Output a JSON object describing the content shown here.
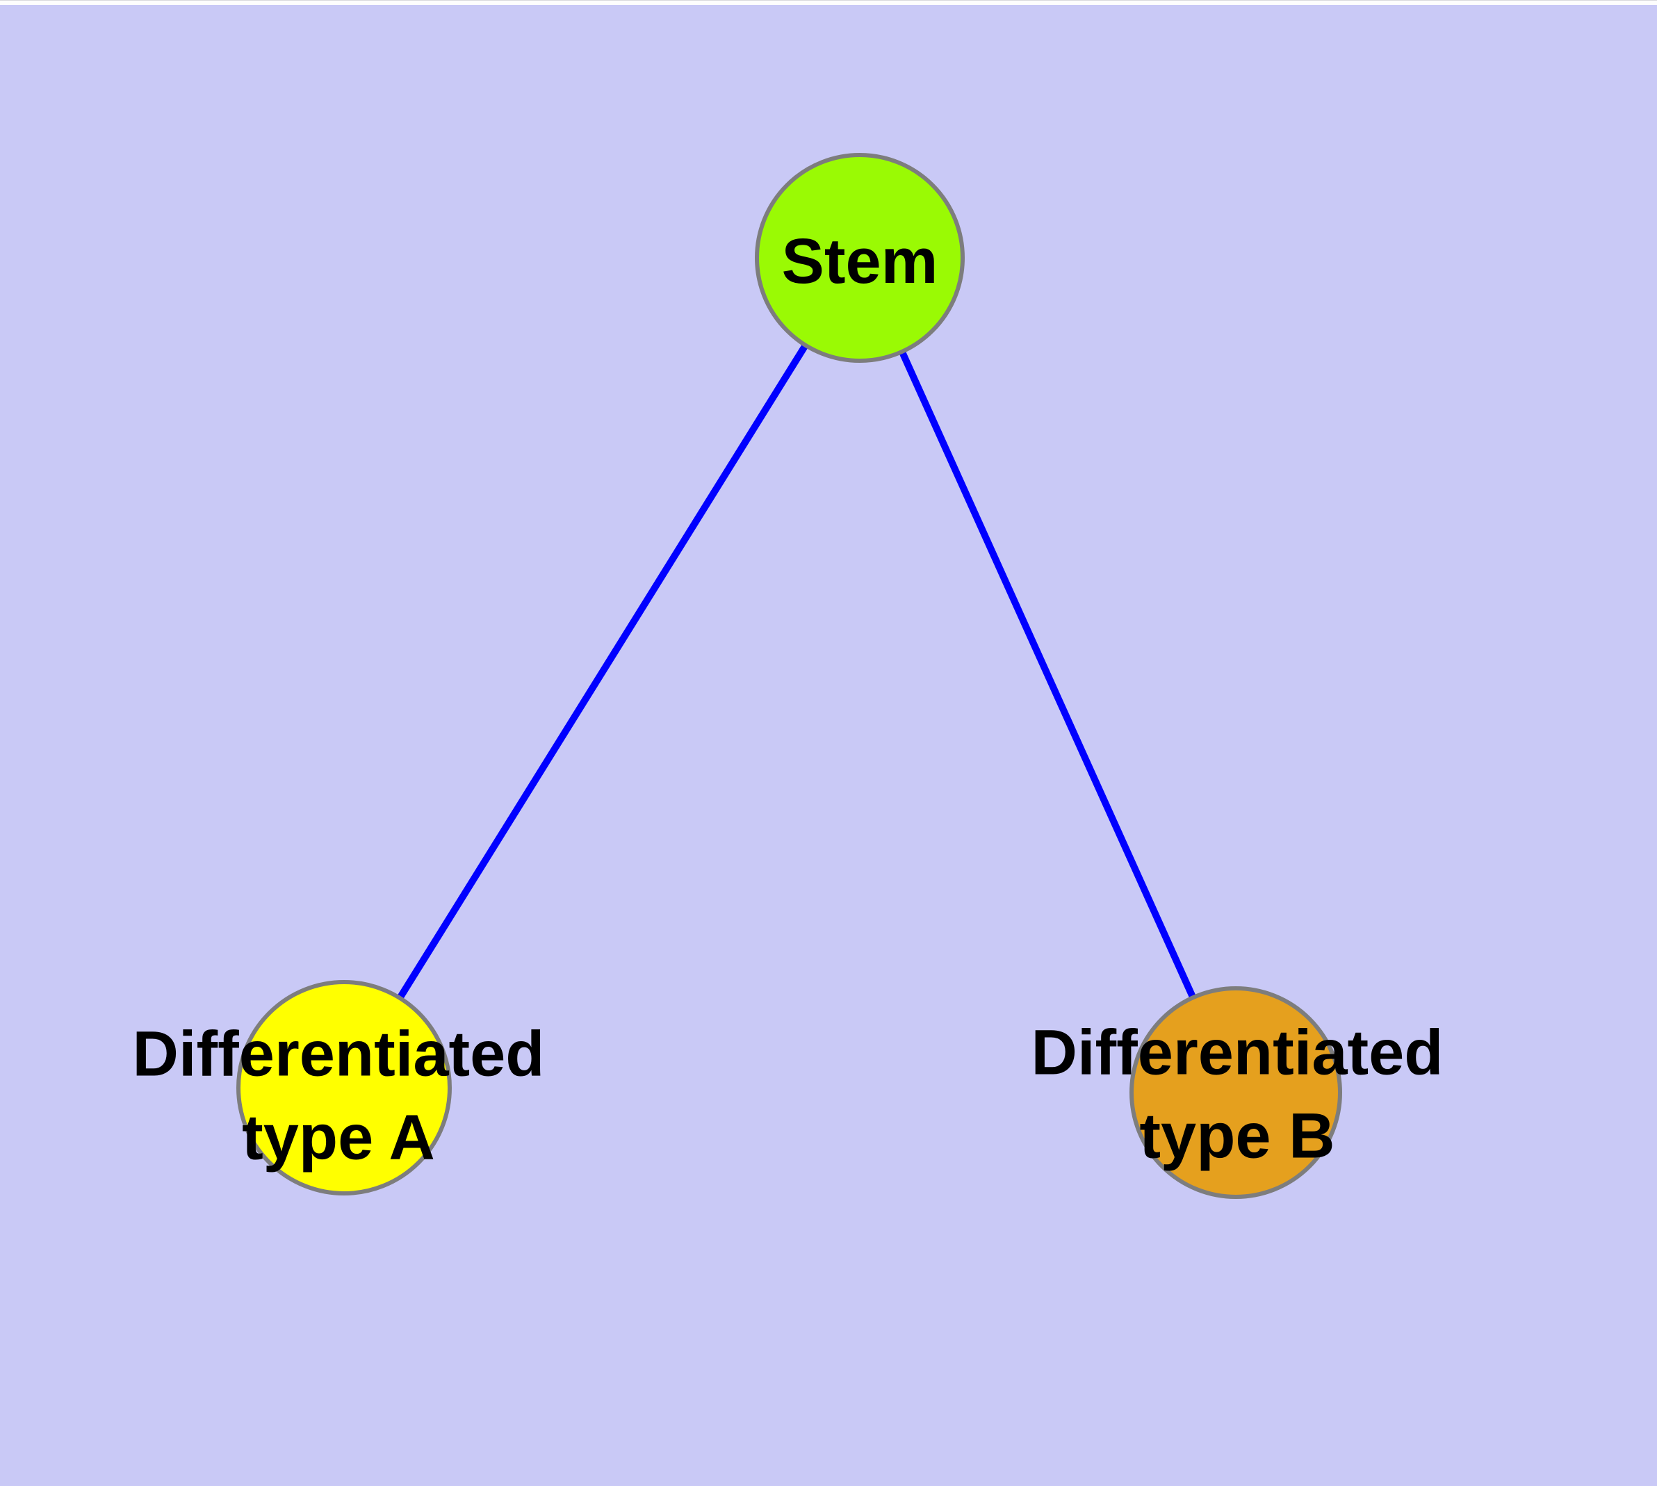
{
  "diagram": {
    "background_color": "#c9c9f6",
    "top_strip_color": "#fdfdfd",
    "edge_color": "#0000ff",
    "node_border_color": "#7d7d7d",
    "nodes": [
      {
        "id": "stem",
        "label": "Stem",
        "color": "#9afa04"
      },
      {
        "id": "type-a",
        "label": "Differentiated\ntype A",
        "color": "#ffff00"
      },
      {
        "id": "type-b",
        "label": "Differentiated\ntype B",
        "color": "#e5a01e"
      }
    ],
    "edges": [
      {
        "from": "Stem",
        "to": "Differentiated type A"
      },
      {
        "from": "Stem",
        "to": "Differentiated type B"
      }
    ]
  }
}
